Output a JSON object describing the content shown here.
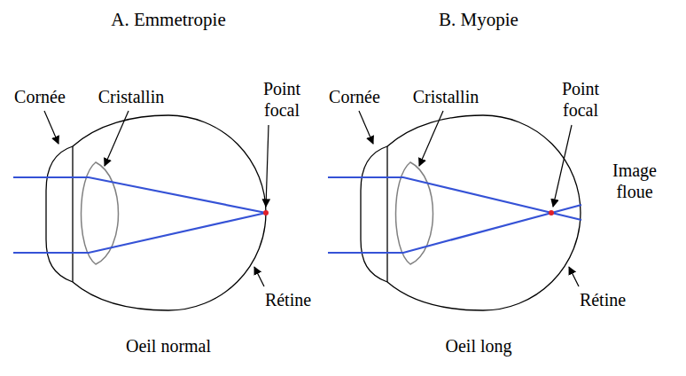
{
  "diagram": {
    "labels": [
      "A. Emmetropie",
      "B. Myopie",
      "Cornée",
      "Cristallin",
      "Point focal",
      "Rétine",
      "Oeil normal",
      "Cornée",
      "Cristallin",
      "Point focal",
      "Image floue",
      "Rétine",
      "Oeil long"
    ]
  }
}
